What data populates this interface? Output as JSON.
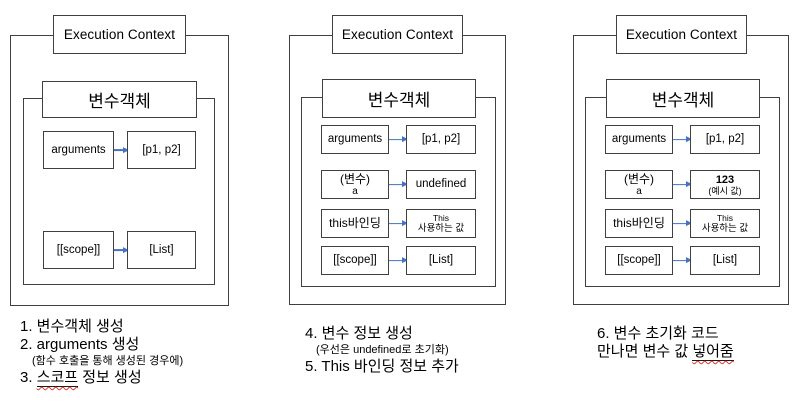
{
  "colors": {
    "background": "#ffffff",
    "box_border": "#404040",
    "arrow_blue": "#4472C4",
    "text": "#000000",
    "spellcheck_red": "#e3322a"
  },
  "panels": [
    {
      "title": "Execution Context",
      "inner_title": "변수객체",
      "rows": {
        "arguments": {
          "left": "arguments",
          "right": "[p1, p2]"
        },
        "scope": {
          "left": "[[scope]]",
          "right": "[List]"
        }
      },
      "notes": {
        "line1": "1. 변수객체 생성",
        "line2": "2. arguments 생성",
        "line3": "(함수 호출을 통해 생성된 경우에)",
        "line4_pre": "3. ",
        "line4_word": "스코프",
        "line4_post": " 정보 생성"
      }
    },
    {
      "title": "Execution Context",
      "inner_title": "변수객체",
      "rows": {
        "arguments": {
          "left": "arguments",
          "right": "[p1, p2]"
        },
        "variable": {
          "left_line1": "(변수)",
          "left_line2": "a",
          "right": "undefined"
        },
        "this_binding": {
          "left": "this바인딩",
          "right_line1": "This",
          "right_line2": "사용하는 값"
        },
        "scope": {
          "left": "[[scope]]",
          "right": "[List]"
        }
      },
      "notes": {
        "line1": "4. 변수 정보 생성",
        "line2": "(우선은 undefined로 초기화)",
        "line3": "5. This 바인딩 정보 추가"
      }
    },
    {
      "title": "Execution Context",
      "inner_title": "변수객체",
      "rows": {
        "arguments": {
          "left": "arguments",
          "right": "[p1, p2]"
        },
        "variable": {
          "left_line1": "(변수)",
          "left_line2": "a",
          "right_line1": "123",
          "right_line2": "(예시 값)"
        },
        "this_binding": {
          "left": "this바인딩",
          "right_line1": "This",
          "right_line2": "사용하는 값"
        },
        "scope": {
          "left": "[[scope]]",
          "right": "[List]"
        }
      },
      "notes": {
        "line1": "6. 변수 초기화 코드",
        "line2_pre": "만나면 변수 값 ",
        "line2_word": "넣어줌"
      }
    }
  ]
}
